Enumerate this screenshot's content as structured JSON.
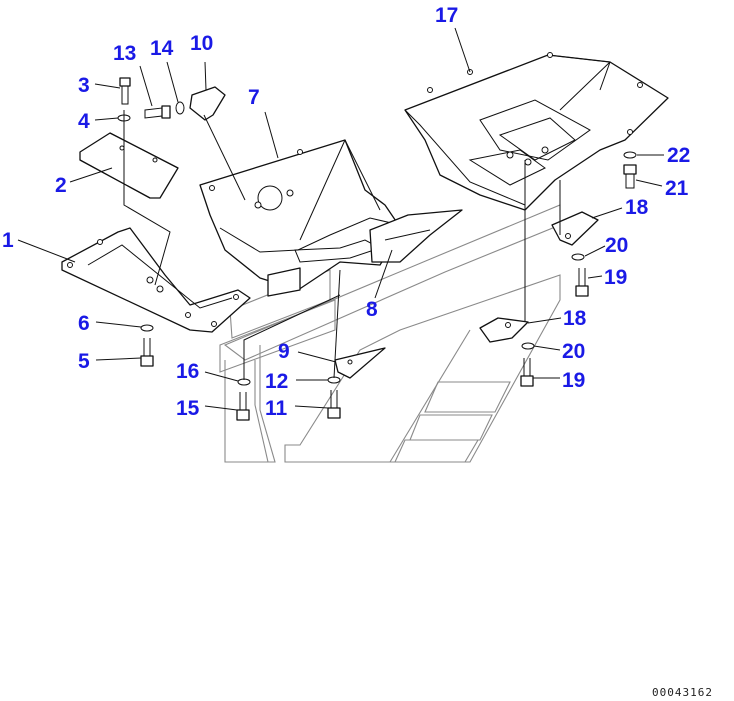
{
  "diagram": {
    "callouts": [
      {
        "label": "1"
      },
      {
        "label": "2"
      },
      {
        "label": "3"
      },
      {
        "label": "4"
      },
      {
        "label": "5"
      },
      {
        "label": "6"
      },
      {
        "label": "7"
      },
      {
        "label": "8"
      },
      {
        "label": "9"
      },
      {
        "label": "10"
      },
      {
        "label": "11"
      },
      {
        "label": "12"
      },
      {
        "label": "13"
      },
      {
        "label": "14"
      },
      {
        "label": "15"
      },
      {
        "label": "16"
      },
      {
        "label": "17"
      },
      {
        "label": "18"
      },
      {
        "label": "18"
      },
      {
        "label": "19"
      },
      {
        "label": "19"
      },
      {
        "label": "20"
      },
      {
        "label": "20"
      },
      {
        "label": "21"
      },
      {
        "label": "22"
      }
    ],
    "document_code": "00043162",
    "colors": {
      "callout": "#1a1ae6",
      "line": "#111111",
      "ghost": "#8a8a8a"
    }
  }
}
